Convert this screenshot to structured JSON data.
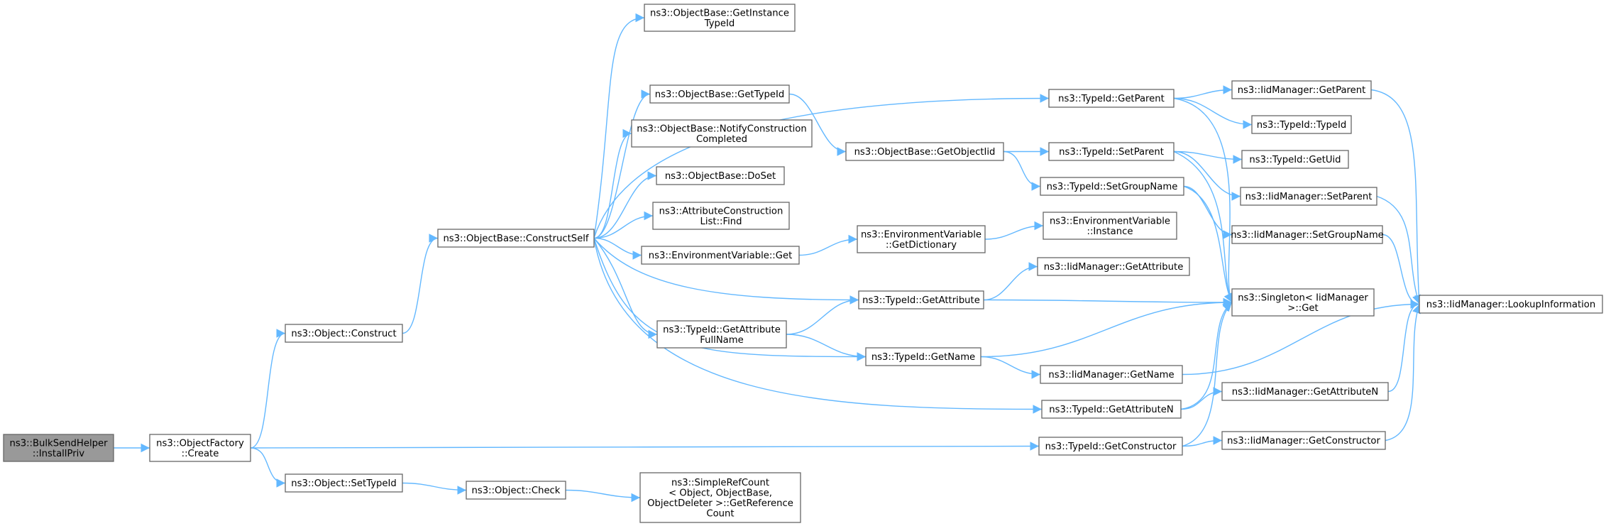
{
  "colors": {
    "edge": "#63b8ff",
    "root_fill": "#999999",
    "node_fill": "#ffffff",
    "node_border": "#666666"
  },
  "nodes": {
    "installpriv": [
      "ns3::BulkSendHelper",
      "::InstallPriv"
    ],
    "factorycreate": [
      "ns3::ObjectFactory",
      "::Create"
    ],
    "construct": [
      "ns3::Object::Construct"
    ],
    "settypeid": [
      "ns3::Object::SetTypeId"
    ],
    "constructself": [
      "ns3::ObjectBase::ConstructSelf"
    ],
    "check": [
      "ns3::Object::Check"
    ],
    "getinstancetypeid": [
      "ns3::ObjectBase::GetInstance",
      "TypeId"
    ],
    "getobjtypeid": [
      "ns3::ObjectBase::GetTypeId"
    ],
    "notifyconstruction": [
      "ns3::ObjectBase::NotifyConstruction",
      "Completed"
    ],
    "doset": [
      "ns3::ObjectBase::DoSet"
    ],
    "attrconstructionfind": [
      "ns3::AttributeConstruction",
      "List::Find"
    ],
    "envget": [
      "ns3::EnvironmentVariable::Get"
    ],
    "getattrfullname": [
      "ns3::TypeId::GetAttribute",
      "FullName"
    ],
    "getrefcount": [
      "ns3::SimpleRefCount",
      "< Object, ObjectBase,",
      "ObjectDeleter >::GetReference",
      "Count"
    ],
    "getobjectiid": [
      "ns3::ObjectBase::GetObjectIid"
    ],
    "envgetdict": [
      "ns3::EnvironmentVariable",
      "::GetDictionary"
    ],
    "typeidgetattribute": [
      "ns3::TypeId::GetAttribute"
    ],
    "typeidgetname": [
      "ns3::TypeId::GetName"
    ],
    "typeidgetparent": [
      "ns3::TypeId::GetParent"
    ],
    "typeidsetparent": [
      "ns3::TypeId::SetParent"
    ],
    "typeidsetgroupname": [
      "ns3::TypeId::SetGroupName"
    ],
    "envinstance": [
      "ns3::EnvironmentVariable",
      "::Instance"
    ],
    "iidgetattribute": [
      "ns3::IidManager::GetAttribute"
    ],
    "iidgetname": [
      "ns3::IidManager::GetName"
    ],
    "typeidgetattributen": [
      "ns3::TypeId::GetAttributeN"
    ],
    "typeidgetconstructor": [
      "ns3::TypeId::GetConstructor"
    ],
    "iidgetparent": [
      "ns3::IidManager::GetParent"
    ],
    "typeidtypeid": [
      "ns3::TypeId::TypeId"
    ],
    "typeidgetuid": [
      "ns3::TypeId::GetUid"
    ],
    "iidsetparent": [
      "ns3::IidManager::SetParent"
    ],
    "iidsetgroupname": [
      "ns3::IidManager::SetGroupName"
    ],
    "singletonget": [
      "ns3::Singleton< IidManager",
      ">::Get"
    ],
    "iidgetattributen": [
      "ns3::IidManager::GetAttributeN"
    ],
    "iidgetconstructor": [
      "ns3::IidManager::GetConstructor"
    ],
    "iidlookup": [
      "ns3::IidManager::LookupInformation"
    ]
  },
  "edges": [
    [
      "installpriv",
      "factorycreate"
    ],
    [
      "factorycreate",
      "construct"
    ],
    [
      "factorycreate",
      "settypeid"
    ],
    [
      "factorycreate",
      "typeidgetconstructor"
    ],
    [
      "construct",
      "constructself"
    ],
    [
      "settypeid",
      "check"
    ],
    [
      "check",
      "getrefcount"
    ],
    [
      "constructself",
      "getinstancetypeid"
    ],
    [
      "constructself",
      "typeidgetparent"
    ],
    [
      "constructself",
      "getobjtypeid"
    ],
    [
      "constructself",
      "notifyconstruction"
    ],
    [
      "constructself",
      "doset"
    ],
    [
      "constructself",
      "attrconstructionfind"
    ],
    [
      "constructself",
      "envget"
    ],
    [
      "constructself",
      "typeidgetattribute"
    ],
    [
      "constructself",
      "getattrfullname"
    ],
    [
      "constructself",
      "typeidgetname"
    ],
    [
      "constructself",
      "typeidgetattributen"
    ],
    [
      "getobjtypeid",
      "getobjectiid"
    ],
    [
      "getobjectiid",
      "typeidsetparent"
    ],
    [
      "getobjectiid",
      "typeidsetgroupname"
    ],
    [
      "envget",
      "envgetdict"
    ],
    [
      "envgetdict",
      "envinstance"
    ],
    [
      "getattrfullname",
      "typeidgetattribute"
    ],
    [
      "getattrfullname",
      "typeidgetname"
    ],
    [
      "typeidgetattribute",
      "iidgetattribute"
    ],
    [
      "typeidgetattribute",
      "singletonget"
    ],
    [
      "typeidgetname",
      "singletonget"
    ],
    [
      "typeidgetname",
      "iidgetname"
    ],
    [
      "typeidgetparent",
      "iidgetparent"
    ],
    [
      "typeidgetparent",
      "typeidtypeid"
    ],
    [
      "typeidgetparent",
      "singletonget"
    ],
    [
      "typeidsetparent",
      "typeidgetuid"
    ],
    [
      "typeidsetparent",
      "iidsetparent"
    ],
    [
      "typeidsetparent",
      "singletonget"
    ],
    [
      "typeidsetgroupname",
      "iidsetgroupname"
    ],
    [
      "typeidsetgroupname",
      "singletonget"
    ],
    [
      "typeidgetattributen",
      "singletonget"
    ],
    [
      "typeidgetattributen",
      "iidgetattributen"
    ],
    [
      "typeidgetconstructor",
      "singletonget"
    ],
    [
      "typeidgetconstructor",
      "iidgetconstructor"
    ],
    [
      "iidgetparent",
      "iidlookup"
    ],
    [
      "iidsetparent",
      "iidlookup"
    ],
    [
      "iidsetgroupname",
      "iidlookup"
    ],
    [
      "iidgetname",
      "iidlookup"
    ],
    [
      "iidgetattributen",
      "iidlookup"
    ],
    [
      "iidgetconstructor",
      "iidlookup"
    ]
  ]
}
